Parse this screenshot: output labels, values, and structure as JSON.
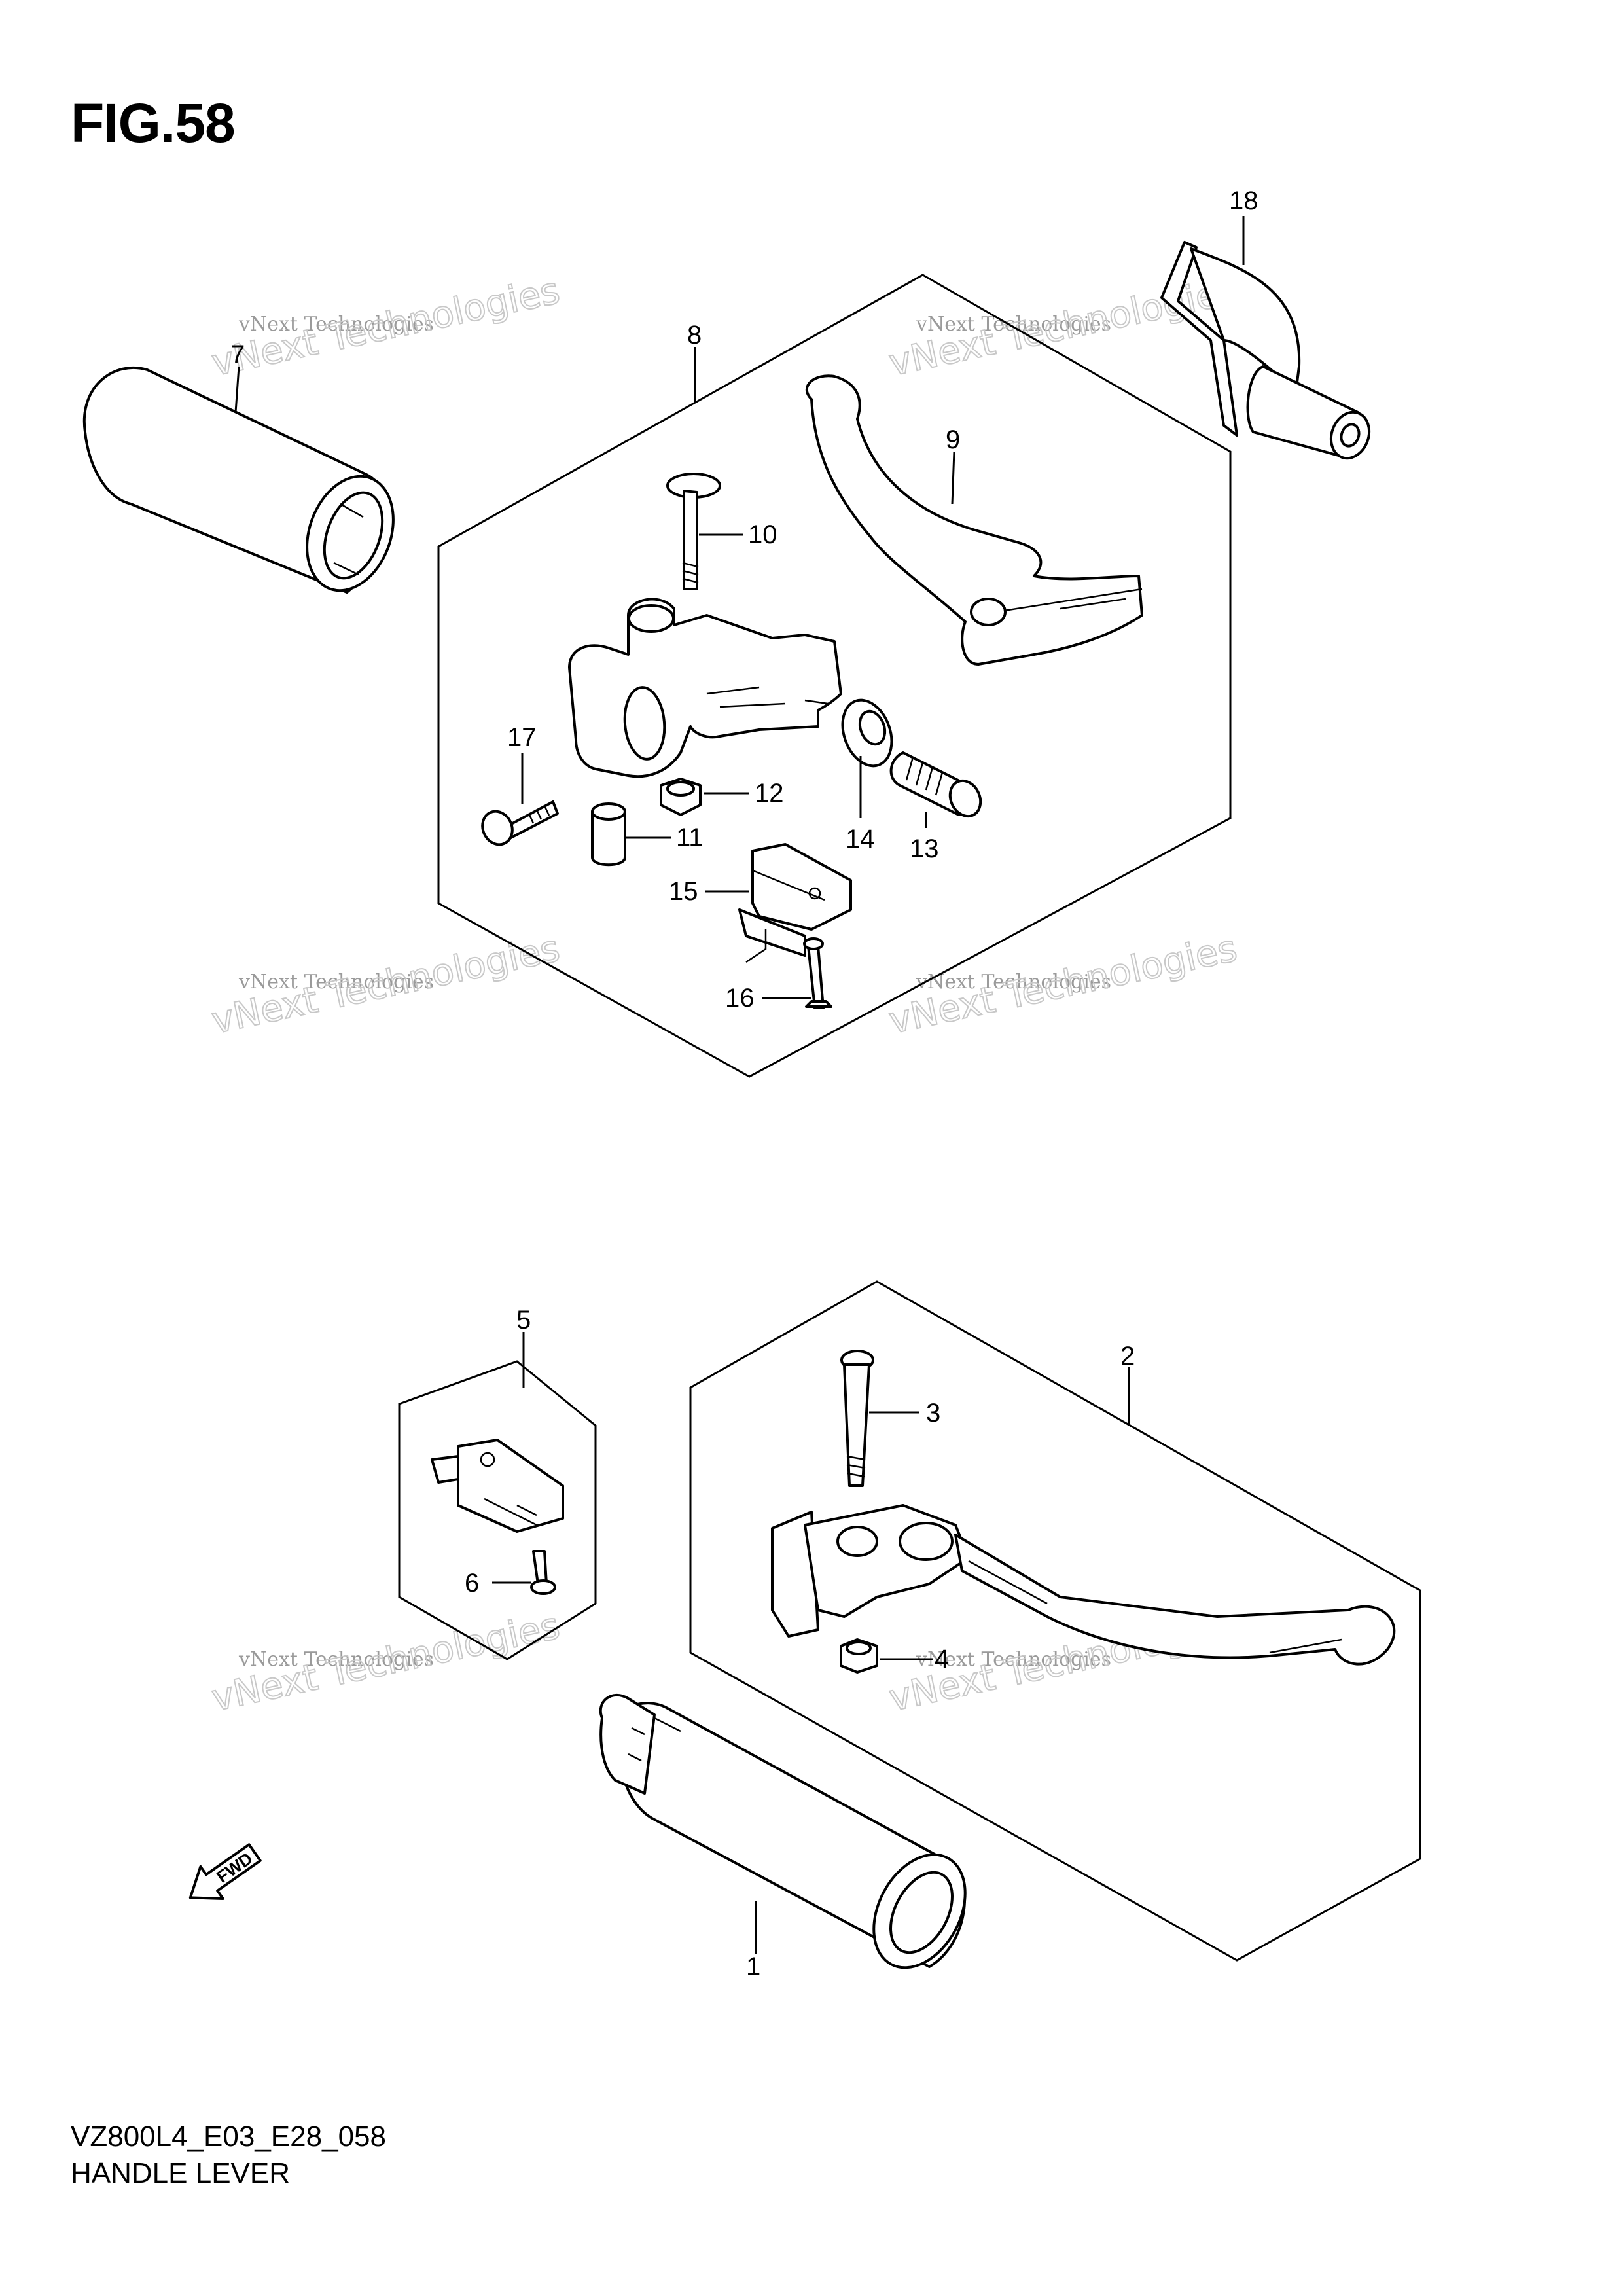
{
  "figure": {
    "title": "FIG.58",
    "model_code": "VZ800L4_E03_E28_058",
    "name": "HANDLE LEVER"
  },
  "watermark": {
    "line1": "vNext Technologies",
    "line2": "vNext Technologies"
  },
  "fwd_label": "FWD",
  "callouts": [
    "1",
    "2",
    "3",
    "4",
    "5",
    "6",
    "7",
    "8",
    "9",
    "10",
    "11",
    "12",
    "13",
    "14",
    "15",
    "16",
    "17",
    "18"
  ]
}
